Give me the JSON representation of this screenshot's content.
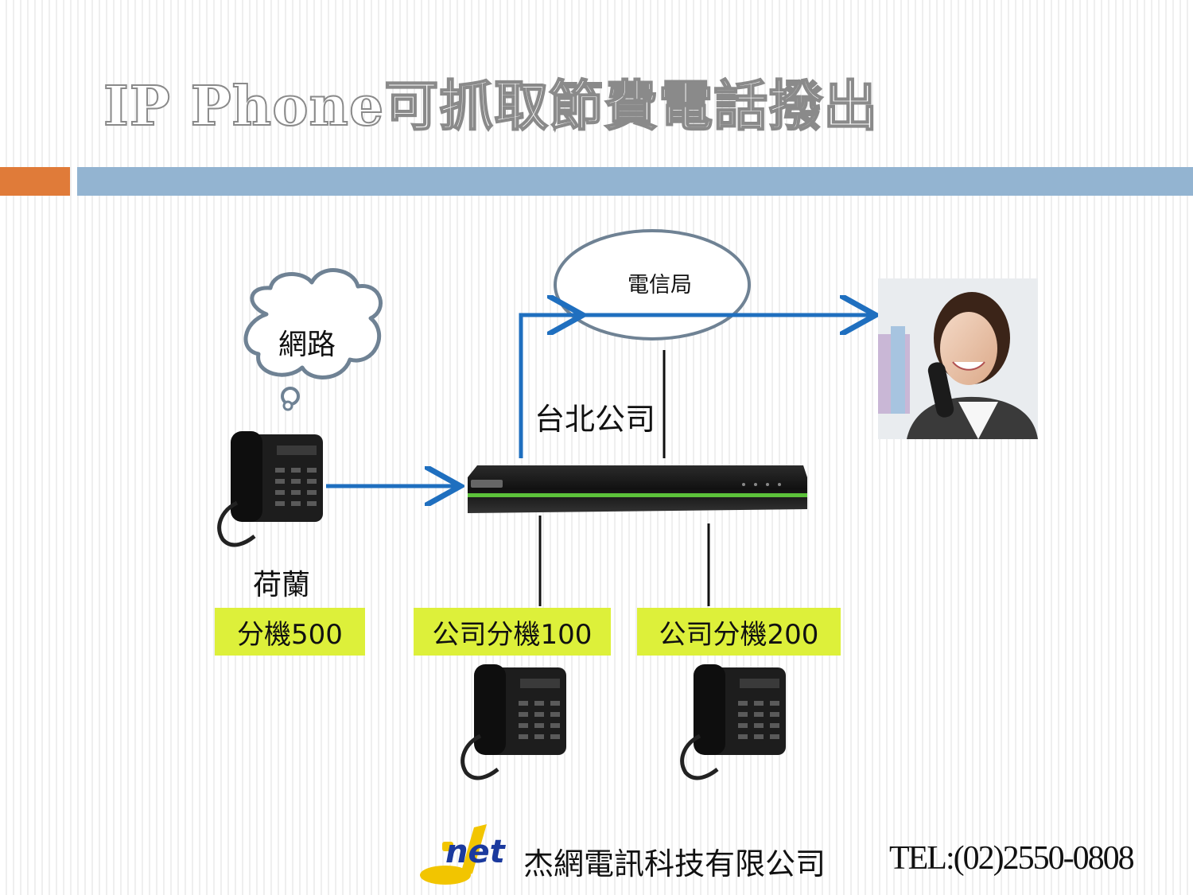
{
  "title": "IP Phone可抓取節費電話撥出",
  "diagram": {
    "cloud_label": "網路",
    "telecom_label": "電信局",
    "company_label": "台北公司",
    "remote_location": "荷蘭",
    "ext_remote": "分機500",
    "ext_100": "公司分機100",
    "ext_200": "公司分機200"
  },
  "footer": {
    "company": "杰網電訊科技有限公司",
    "logo_text": "net",
    "tel": "TEL:(02)2550-0808"
  },
  "colors": {
    "accent_orange": "#e07b39",
    "accent_blue": "#93b4d1",
    "arrow_blue": "#1f6fbf",
    "ext_label_bg": "#ddf03a"
  }
}
